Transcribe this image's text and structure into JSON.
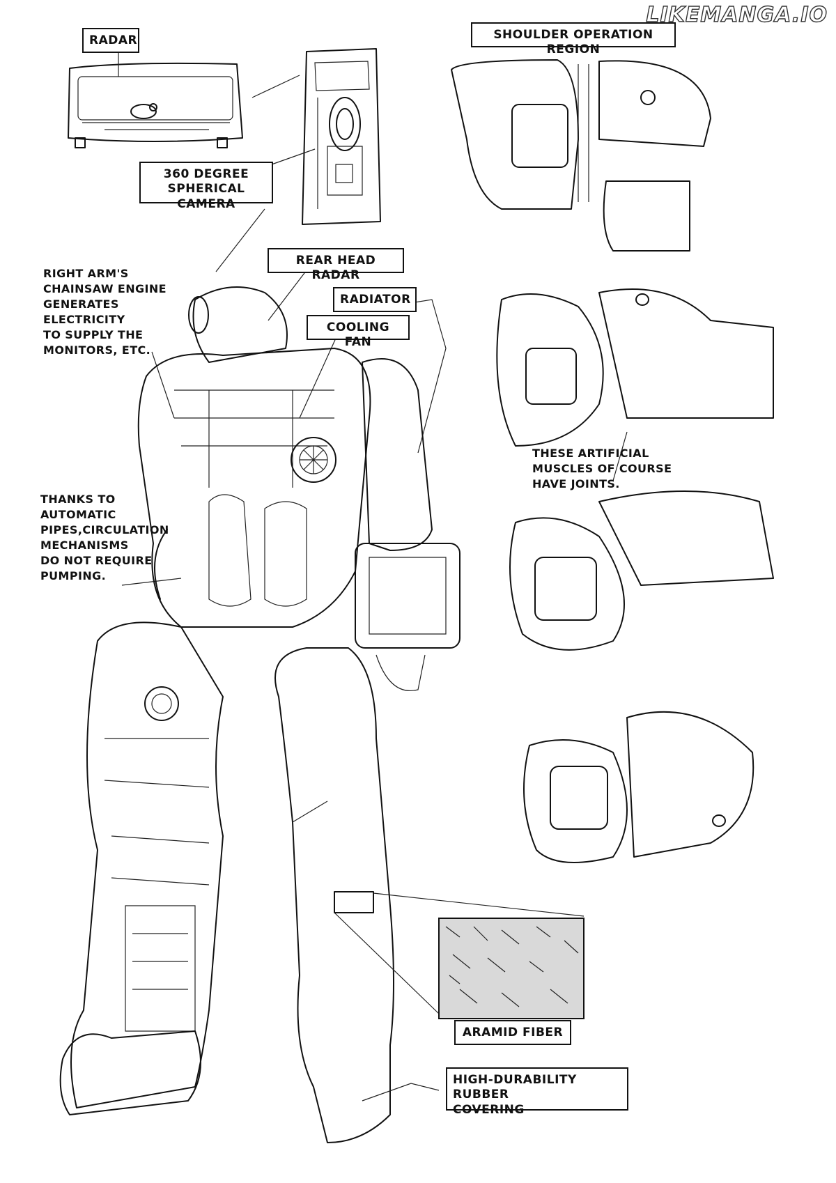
{
  "watermark": "LIKEMANGA.IO",
  "labels": {
    "radar": "RADAR",
    "camera": "360 DEGREE\nSPHERICAL CAMERA",
    "rear_head_radar": "REAR HEAD RADAR",
    "radiator": "RADIATOR",
    "cooling_fan": "COOLING FAN",
    "shoulder": "SHOULDER OPERATION REGION",
    "aramid": "ARAMID FIBER",
    "rubber": "HIGH-DURABILITY RUBBER\nCOVERING"
  },
  "notes": {
    "chainsaw": "RIGHT ARM'S\nCHAINSAW ENGINE\nGENERATES\nELECTRICITY\nTO SUPPLY THE\nMONITORS, ETC.",
    "pipes": "THANKS TO\nAUTOMATIC\nPIPES,CIRCULATION\nMECHANISMS\nDO NOT REQUIRE\nPUMPING.",
    "muscles": "THESE ARTIFICIAL\nMUSCLES OF COURSE\nHAVE JOINTS."
  }
}
